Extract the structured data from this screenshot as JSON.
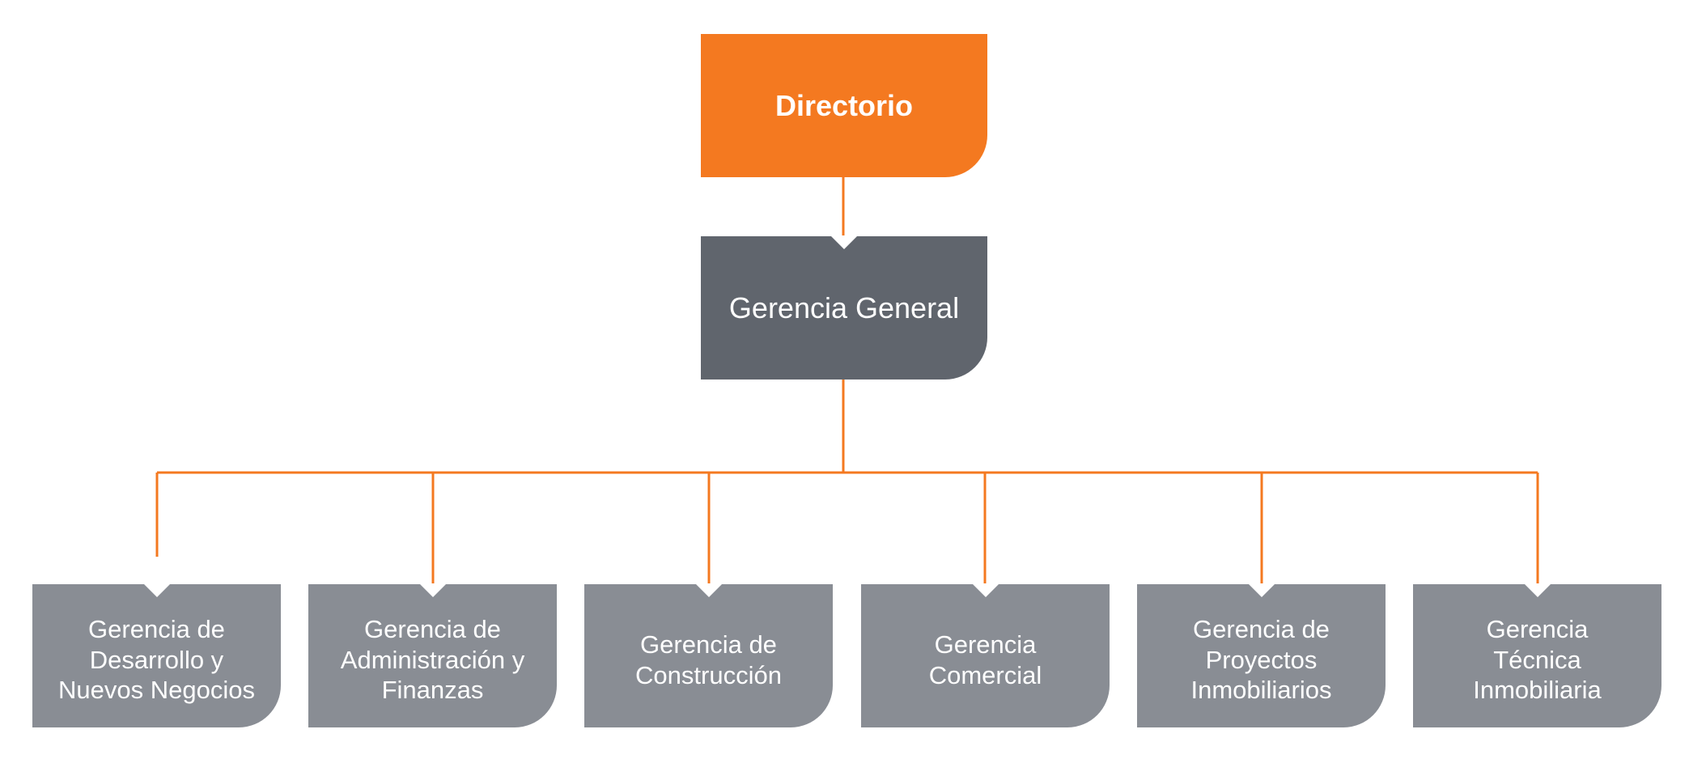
{
  "org_chart": {
    "top": {
      "label": "Directorio"
    },
    "general": {
      "label": "Gerencia General"
    },
    "units": [
      {
        "label": "Gerencia de\nDesarrollo y\nNuevos Negocios"
      },
      {
        "label": "Gerencia de\nAdministración y\nFinanzas"
      },
      {
        "label": "Gerencia de\nConstrucción"
      },
      {
        "label": "Gerencia\nComercial"
      },
      {
        "label": "Gerencia de\nProyectos\nInmobiliarios"
      },
      {
        "label": "Gerencia\nTécnica\nInmobiliaria"
      }
    ]
  },
  "colors": {
    "accent": "#f47920",
    "general_box": "#60656d",
    "unit_box": "#898d94",
    "text": "#ffffff"
  }
}
